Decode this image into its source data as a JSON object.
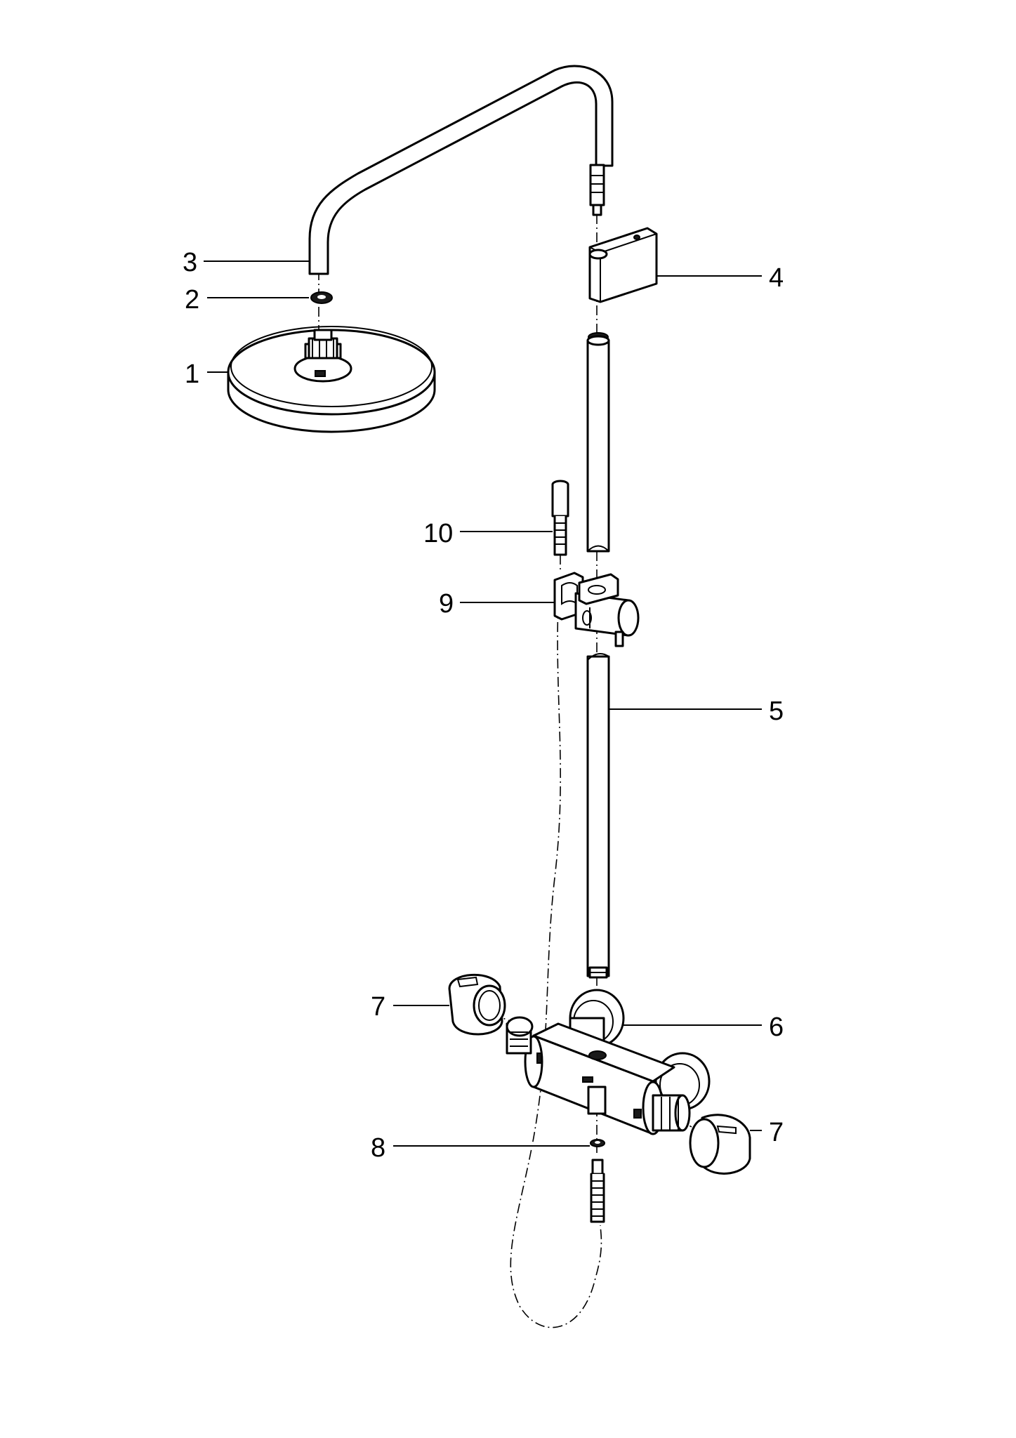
{
  "callouts": [
    {
      "id": "1",
      "text": "1"
    },
    {
      "id": "2",
      "text": "2"
    },
    {
      "id": "3",
      "text": "3"
    },
    {
      "id": "4",
      "text": "4"
    },
    {
      "id": "5",
      "text": "5"
    },
    {
      "id": "6",
      "text": "6"
    },
    {
      "id": "7a",
      "text": "7"
    },
    {
      "id": "7b",
      "text": "7"
    },
    {
      "id": "8",
      "text": "8"
    },
    {
      "id": "9",
      "text": "9"
    },
    {
      "id": "10",
      "text": "10"
    }
  ],
  "colors": {
    "line": "#000000",
    "background": "#ffffff"
  }
}
